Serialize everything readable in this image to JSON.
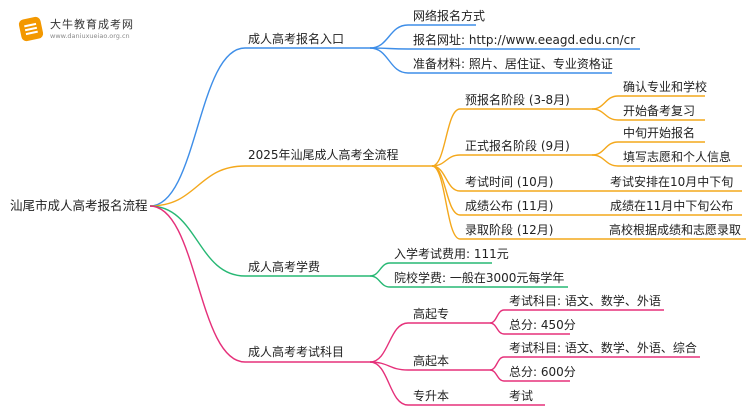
{
  "logo": {
    "brand": "大牛教育成考网",
    "domain": "www.daniuxueiao.org.cn"
  },
  "colors": {
    "blue": "#3e8ee8",
    "orange": "#f4a81c",
    "green": "#27b874",
    "pink": "#e5307a"
  },
  "root": "汕尾市成人高考报名流程",
  "branches": [
    {
      "label": "成人高考报名入口",
      "children": [
        {
          "label": "网络报名方式"
        },
        {
          "label": "报名网址: http://www.eeagd.edu.cn/cr"
        },
        {
          "label": "准备材料: 照片、居住证、专业资格证"
        }
      ]
    },
    {
      "label": "2025年汕尾成人高考全流程",
      "children": [
        {
          "label": "预报名阶段 (3-8月)",
          "children": [
            "确认专业和学校",
            "开始备考复习"
          ]
        },
        {
          "label": "正式报名阶段 (9月)",
          "children": [
            "中旬开始报名",
            "填写志愿和个人信息"
          ]
        },
        {
          "label": "考试时间 (10月)",
          "children": [
            "考试安排在10月中下旬"
          ]
        },
        {
          "label": "成绩公布 (11月)",
          "children": [
            "成绩在11月中下旬公布"
          ]
        },
        {
          "label": "录取阶段 (12月)",
          "children": [
            "高校根据成绩和志愿录取"
          ]
        }
      ]
    },
    {
      "label": "成人高考学费",
      "children": [
        {
          "label": "入学考试费用: 111元"
        },
        {
          "label": "院校学费: 一般在3000元每学年"
        }
      ]
    },
    {
      "label": "成人高考考试科目",
      "children": [
        {
          "label": "高起专",
          "children": [
            "考试科目: 语文、数学、外语",
            "总分: 450分"
          ]
        },
        {
          "label": "高起本",
          "children": [
            "考试科目: 语文、数学、外语、综合",
            "总分: 600分"
          ]
        },
        {
          "label": "专升本",
          "children": [
            "考试"
          ]
        }
      ]
    }
  ]
}
